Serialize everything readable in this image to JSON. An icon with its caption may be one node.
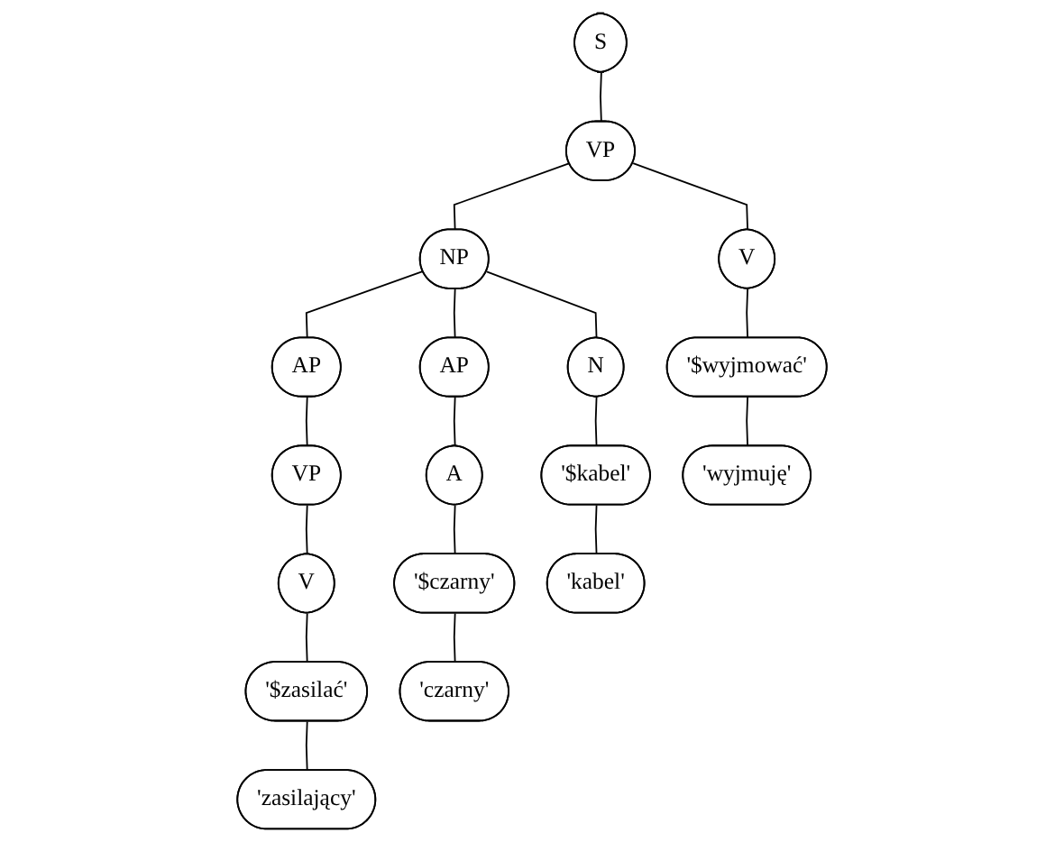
{
  "diagram": {
    "nodes": [
      {
        "text": [
          "S"
        ]
      },
      {
        "text": [
          "VP"
        ]
      },
      {
        "text": [
          "V"
        ]
      },
      {
        "text": [
          "NP"
        ]
      },
      {
        "text": [
          "AP"
        ]
      },
      {
        "text": [
          "N"
        ]
      },
      {
        "text": [
          "AP"
        ]
      },
      {
        "text": [
          "A"
        ]
      },
      {
        "text": [
          "VP"
        ]
      },
      {
        "text": [
          "'$czarny'"
        ]
      },
      {
        "text": [
          "'$kabel'"
        ]
      },
      {
        "text": [
          "V"
        ]
      },
      {
        "text": [
          "'$wyjmować'"
        ]
      },
      {
        "text": [
          "'$zasilać'"
        ]
      },
      {
        "text": [
          "'wyjmuję'"
        ]
      },
      {
        "text": [
          "'czarny'"
        ]
      },
      {
        "text": [
          "'kabel'"
        ]
      },
      {
        "text": [
          "'zasilający'"
        ]
      }
    ],
    "edges": [
      {
        "from": 0,
        "to": 1,
        "arrow": "none"
      },
      {
        "from": 1,
        "to": 2,
        "arrow": "none"
      },
      {
        "from": 1,
        "to": 3,
        "arrow": "none"
      },
      {
        "from": 2,
        "to": 12,
        "arrow": "none"
      },
      {
        "from": 12,
        "to": 14,
        "arrow": "none"
      },
      {
        "from": 3,
        "to": 4,
        "arrow": "none"
      },
      {
        "from": 3,
        "to": 5,
        "arrow": "none"
      },
      {
        "from": 3,
        "to": 6,
        "arrow": "none"
      },
      {
        "from": 4,
        "to": 7,
        "arrow": "none"
      },
      {
        "from": 7,
        "to": 9,
        "arrow": "none"
      },
      {
        "from": 9,
        "to": 15,
        "arrow": "none"
      },
      {
        "from": 5,
        "to": 10,
        "arrow": "none"
      },
      {
        "from": 10,
        "to": 16,
        "arrow": "none"
      },
      {
        "from": 6,
        "to": 8,
        "arrow": "none"
      },
      {
        "from": 8,
        "to": 11,
        "arrow": "none"
      },
      {
        "from": 11,
        "to": 13,
        "arrow": "none"
      },
      {
        "from": 13,
        "to": 17,
        "arrow": "none"
      }
    ]
  }
}
